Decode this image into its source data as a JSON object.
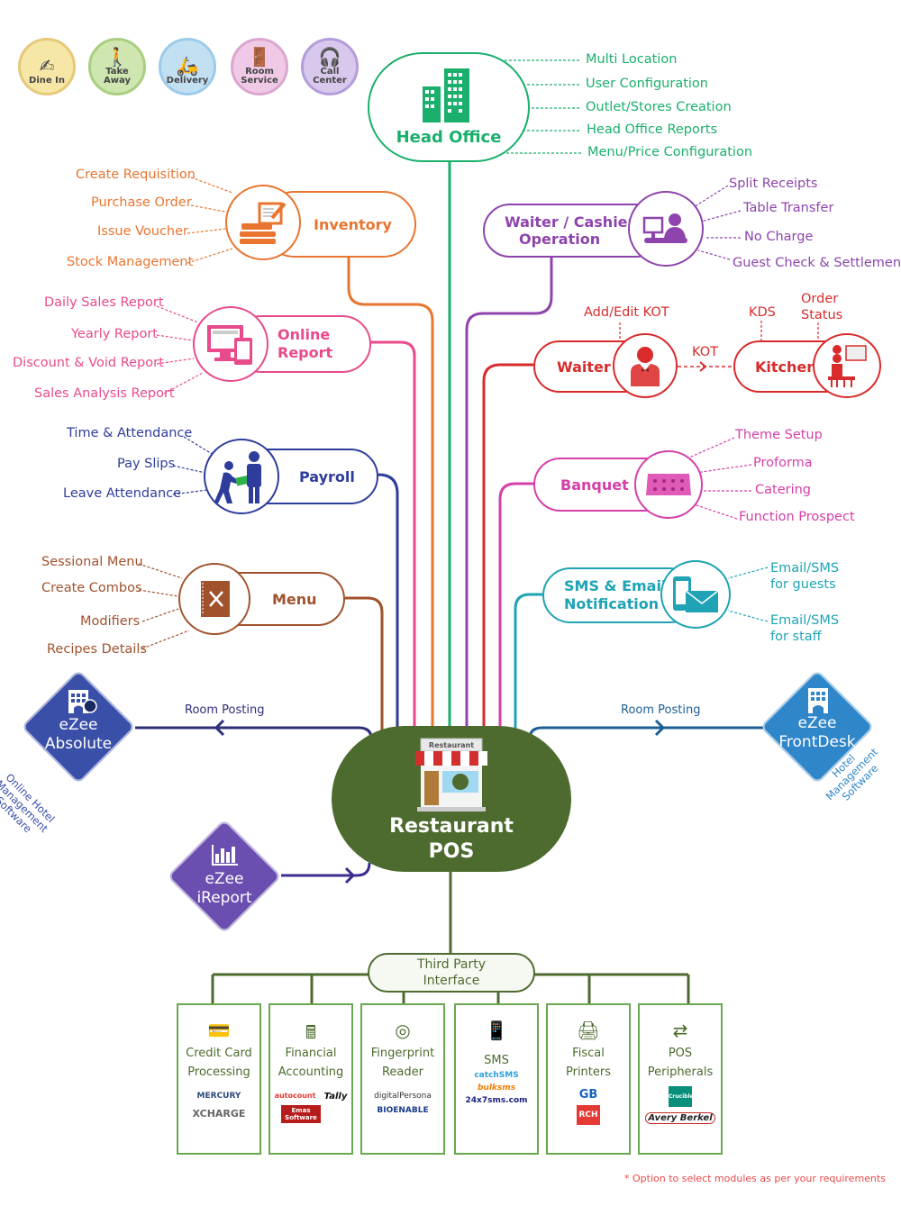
{
  "service_types": [
    {
      "label": "Dine In",
      "icon": "dine-in-icon",
      "color": "#f6e7a6",
      "border": "#e6c97a"
    },
    {
      "label": "Take Away",
      "icon": "take-away-icon",
      "color": "#cfe6b0",
      "border": "#a8cf7f"
    },
    {
      "label": "Delivery",
      "icon": "delivery-icon",
      "color": "#c3e0f3",
      "border": "#9ccbe9"
    },
    {
      "label": "Room Service",
      "icon": "room-service-icon",
      "color": "#f0c9e6",
      "border": "#dba6cf"
    },
    {
      "label": "Call Center",
      "icon": "call-center-icon",
      "color": "#d8c9ec",
      "border": "#b39ddb"
    }
  ],
  "head_office": {
    "title": "Head Office",
    "color": "#1aaf6c",
    "features": [
      "Multi Location",
      "User Configuration",
      "Outlet/Stores Creation",
      "Head Office Reports",
      "Menu/Price Configuration"
    ]
  },
  "inventory": {
    "title": "Inventory",
    "color": "#e87530",
    "features": [
      "Create Requisition",
      "Purchase Order",
      "Issue Voucher",
      "Stock Management"
    ]
  },
  "waiter_cashier": {
    "title_line1": "Waiter / Cashier",
    "title_line2": "Operation",
    "color": "#8e44ad",
    "features": [
      "Split Receipts",
      "Table Transfer",
      "No Charge",
      "Guest Check & Settlement"
    ]
  },
  "online_report": {
    "title_line1": "Online",
    "title_line2": "Report",
    "color": "#e84a8c",
    "features": [
      "Daily Sales Report",
      "Yearly Report",
      "Discount & Void Report",
      "Sales Analysis Report"
    ]
  },
  "waiter": {
    "title": "Waiter",
    "color": "#d92b2b",
    "feature": "Add/Edit KOT"
  },
  "kot_link": "KOT",
  "kitchen": {
    "title": "Kitchen",
    "color": "#d92b2b",
    "features": [
      "KDS",
      "Order Status"
    ]
  },
  "payroll": {
    "title": "Payroll",
    "color": "#2e3d9b",
    "features": [
      "Time & Attendance",
      "Pay Slips",
      "Leave Attendance"
    ]
  },
  "banquet": {
    "title": "Banquet",
    "color": "#d63fa8",
    "features": [
      "Theme Setup",
      "Proforma",
      "Catering",
      "Function Prospect"
    ]
  },
  "menu": {
    "title": "Menu",
    "color": "#a0522d",
    "features": [
      "Sessional Menu",
      "Create Combos",
      "Modifiers",
      "Recipes Details"
    ]
  },
  "sms_email": {
    "title_line1": "SMS & Email",
    "title_line2": "Notification",
    "color": "#1fa3b5",
    "features": [
      "Email/SMS for guests",
      "Email/SMS for staff"
    ]
  },
  "absolute": {
    "line1": "eZee",
    "line2": "Absolute",
    "caption": "Online Hotel Management Software",
    "link_label": "Room Posting",
    "color": "#3a4fa8"
  },
  "frontdesk": {
    "line1": "eZee",
    "line2": "FrontDesk",
    "caption": "Hotel Management Software",
    "link_label": "Room Posting",
    "color": "#2f86c8"
  },
  "ireport": {
    "line1": "eZee",
    "line2": "iReport",
    "color": "#6a4fb0"
  },
  "center": {
    "sign": "Restaurant",
    "title_line1": "Restaurant",
    "title_line2": "POS",
    "color": "#4e6b2f"
  },
  "third_party": {
    "title_line1": "Third Party",
    "title_line2": "Interface",
    "color": "#4e6b2f",
    "boxes": [
      {
        "title_line1": "Credit Card",
        "title_line2": "Processing",
        "icon": "credit-card-icon",
        "logos": [
          "MERCURY",
          "XCHARGE"
        ]
      },
      {
        "title_line1": "Financial",
        "title_line2": "Accounting",
        "icon": "calculator-icon",
        "logos": [
          "autocount",
          "Tally",
          "Emas Software"
        ]
      },
      {
        "title_line1": "Fingerprint",
        "title_line2": "Reader",
        "icon": "fingerprint-icon",
        "logos": [
          "digitalPersona",
          "BIOENABLE"
        ]
      },
      {
        "title_line1": "SMS",
        "title_line2": "",
        "icon": "mobile-sms-icon",
        "logos": [
          "catchSMS",
          "bulksms",
          "24x7sms.com"
        ]
      },
      {
        "title_line1": "Fiscal",
        "title_line2": "Printers",
        "icon": "printer-icon",
        "logos": [
          "GB",
          "RCH"
        ]
      },
      {
        "title_line1": "POS",
        "title_line2": "Peripherals",
        "icon": "shuffle-icon",
        "logos": [
          "Crucible",
          "Avery Berkel"
        ]
      }
    ]
  },
  "footnote": "* Option to select modules as per your requirements"
}
